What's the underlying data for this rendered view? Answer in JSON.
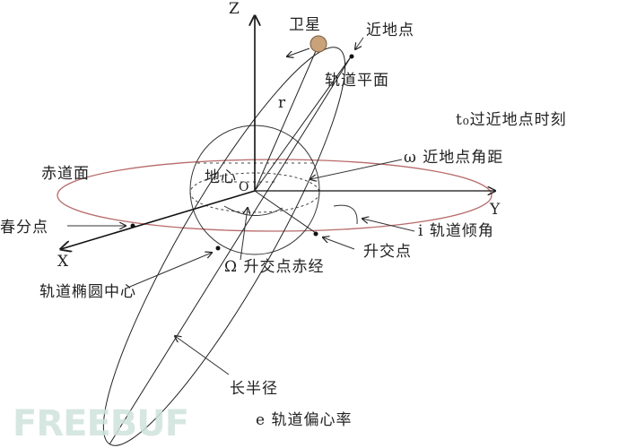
{
  "labels": {
    "z_axis": "Z",
    "y_axis": "Y",
    "x_axis": "X",
    "satellite": "卫星",
    "perigee": "近地点",
    "orbital_plane": "轨道平面",
    "radius": "r",
    "perigee_time": "t₀过近地点时刻",
    "equatorial_plane": "赤道面",
    "argument_of_perigee": "ω 近地点角距",
    "earth_center": "地心",
    "origin": "O",
    "vernal_equinox": "春分点",
    "inclination": "i 轨道倾角",
    "ascending_node": "升交点",
    "raan": "Ω 升交点赤经",
    "ellipse_center": "轨道椭圆中心",
    "semi_major_axis": "长半径",
    "eccentricity": "e 轨道偏心率"
  },
  "watermark": "FREEBUF",
  "colors": {
    "equator": "#b86a6a",
    "satellite": "#c9a27a",
    "lines": "#222222",
    "watermark": "#cfe3dd"
  }
}
